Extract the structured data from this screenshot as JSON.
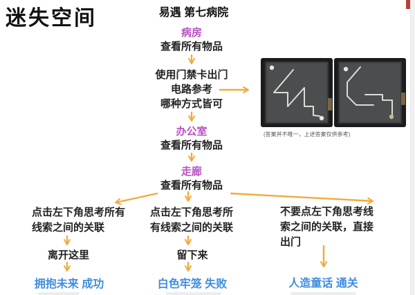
{
  "page": {
    "title": "迷失空间",
    "header": "易遇 第七病院"
  },
  "flow": {
    "room1": "病房",
    "action1": "查看所有物品",
    "exit_line1": "使用门禁卡出门",
    "exit_line2": "电路参考",
    "exit_line3": "哪种方式皆可",
    "room2": "办公室",
    "action2": "查看所有物品",
    "room3": "走廊",
    "action3": "查看所有物品"
  },
  "circuit_reference": {
    "caption": "(答案并不唯一，上述答案仅供参考)"
  },
  "branches": {
    "left": {
      "condition1": "点击左下角思考所有",
      "condition2": "线索之间的关联",
      "choice": "离开这里",
      "ending": "拥抱未来 成功"
    },
    "middle": {
      "condition1": "点击左下角思考所",
      "condition2": "有线索之间的关联",
      "choice": "留下来",
      "ending": "白色牢笼 失败"
    },
    "right": {
      "condition1": "不要点左下角思考线",
      "condition2": "索之间的关联，直接",
      "condition3": "出门",
      "ending": "人造童话 通关"
    }
  },
  "colors": {
    "room_label": "#b84fc4",
    "ending_label": "#3f8edd",
    "arrow": "#f2a93b",
    "body_text": "#222222",
    "caption_text": "#555555",
    "corner_badge": "#b5423a",
    "panel_bg": "#4b4d4f",
    "panel_frame": "#1a1b1c",
    "trace": "#dcdcd8"
  }
}
